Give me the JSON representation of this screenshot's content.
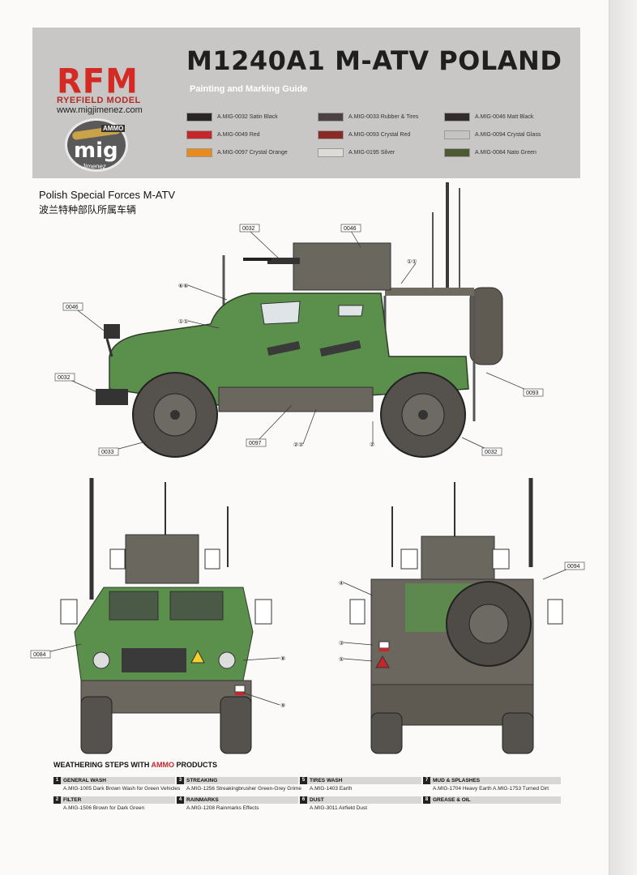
{
  "header": {
    "brand": "RFM",
    "brand_sub": "RYEFIELD MODEL",
    "site": "www.migjimenez.com",
    "mig_ammo": "AMMO",
    "mig_text": "mig",
    "mig_jim": "Jimenez",
    "title": "M1240A1 M-ATV POLAND",
    "subtitle": "Painting and Marking Guide"
  },
  "paints": [
    {
      "code": "A.MIG-0032",
      "name": "Satin Black",
      "color": "#2a2628"
    },
    {
      "code": "A.MIG-0049",
      "name": "Red",
      "color": "#c4262b"
    },
    {
      "code": "A.MIG-0097",
      "name": "Crystal Orange",
      "color": "#e88a1c"
    },
    {
      "code": "A.MIG-0033",
      "name": "Rubber & Tires",
      "color": "#4c4244"
    },
    {
      "code": "A.MIG-0093",
      "name": "Crystal Red",
      "color": "#8a2a26"
    },
    {
      "code": "A.MIG-0195",
      "name": "Silver",
      "color": "#dcdcd6"
    },
    {
      "code": "A.MIG-0046",
      "name": "Matt Black",
      "color": "#332b2c"
    },
    {
      "code": "A.MIG-0094",
      "name": "Crystal Glass",
      "color": "#c4c2c2"
    },
    {
      "code": "A.MIG-0084",
      "name": "Nato Green",
      "color": "#4e5a34"
    }
  ],
  "section": {
    "title_en": "Polish Special Forces M-ATV",
    "title_cn": "波兰特种部队所属车辆"
  },
  "callouts": {
    "c0032_top": "0032",
    "c0046_top": "0046",
    "c11_a": "①①",
    "c66": "⑥⑥",
    "c0046_left": "0046",
    "c11_b": "①①",
    "c0032_left": "0032",
    "c0033_left": "0033",
    "c0097": "0097",
    "c22": "②②",
    "c2": "②",
    "c0032_right": "0032",
    "c0093": "0093",
    "c0094": "0094",
    "c0084": "0084",
    "c8": "⑧",
    "c9": "⑨",
    "c4": "④",
    "c3": "③",
    "c5": "⑤"
  },
  "weathering": {
    "title_prefix": "WEATHERING STEPS WITH ",
    "title_brand": "AMMO",
    "title_suffix": " PRODUCTS",
    "steps": [
      {
        "num": "1",
        "name": "GENERAL WASH",
        "products": "A.MIG-1005 Dark Brown Wash for Green Vehicles"
      },
      {
        "num": "2",
        "name": "FILTER",
        "products": "A.MIG-1506 Brown for Dark Green"
      },
      {
        "num": "3",
        "name": "STREAKING",
        "products": "A.MIG-1256 Streakingbrusher Green-Grey Grime"
      },
      {
        "num": "4",
        "name": "RAINMARKS",
        "products": "A.MIG-1208 Rainmarks Effects"
      },
      {
        "num": "5",
        "name": "TIRES WASH",
        "products": "A.MIG-1403 Earth"
      },
      {
        "num": "6",
        "name": "DUST",
        "products": "A.MIG-3011 Airfield Dust"
      },
      {
        "num": "7",
        "name": "MUD & SPLASHES",
        "products": "A.MIG-1704 Heavy Earth    A.MIG-1753 Turned Dirt"
      },
      {
        "num": "8",
        "name": "GREASE & OIL",
        "products": ""
      }
    ]
  }
}
